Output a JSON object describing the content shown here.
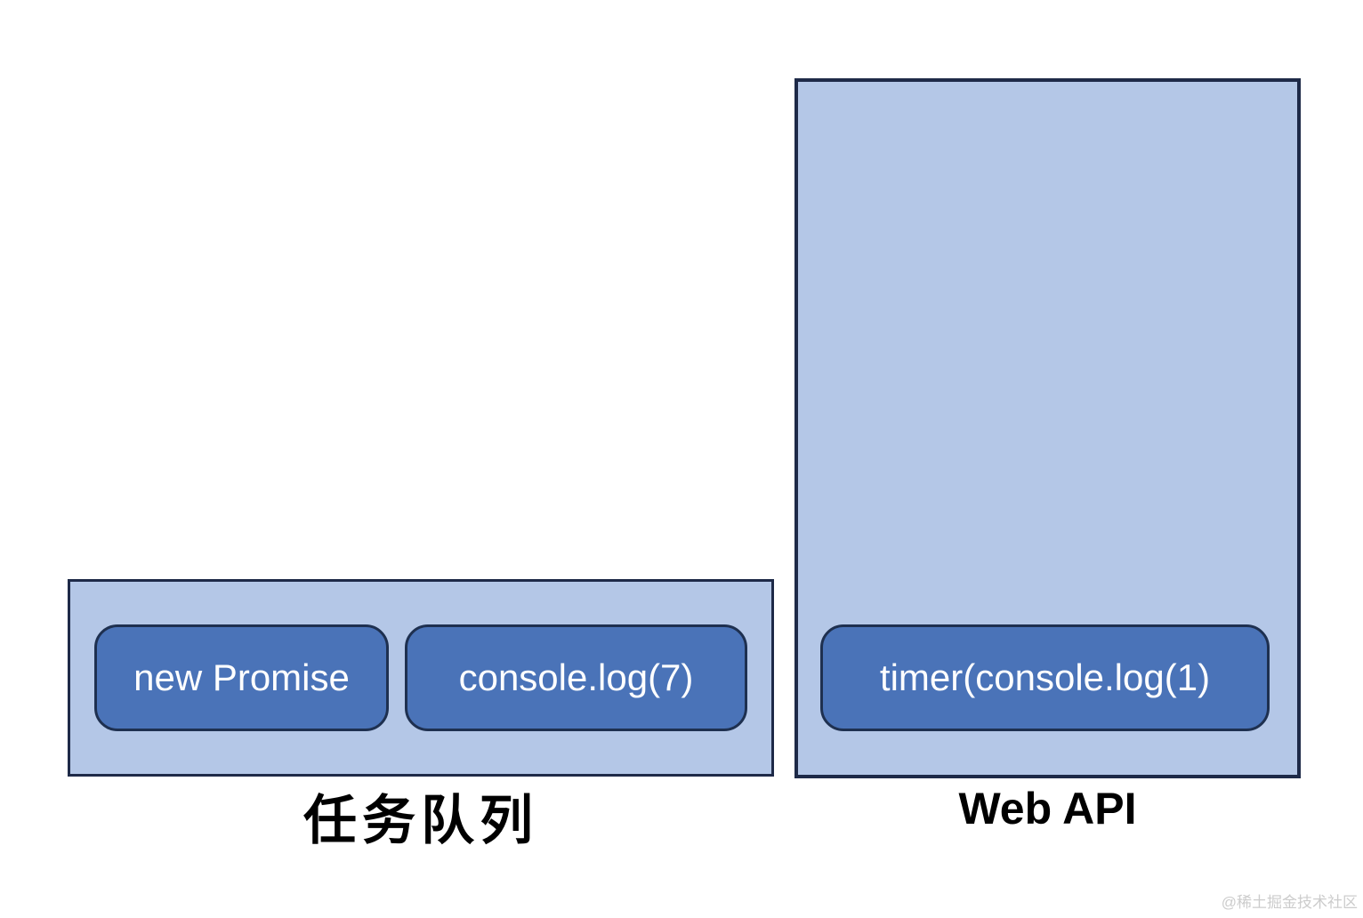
{
  "diagram": {
    "task_queue": {
      "label": "任务队列",
      "items": [
        {
          "label": "new Promise"
        },
        {
          "label": "console.log(7)"
        }
      ]
    },
    "web_api": {
      "label": "Web API",
      "items": [
        {
          "label": "timer(console.log(1)"
        }
      ]
    },
    "watermark": "@稀土掘金技术社区",
    "colors": {
      "container_fill": "#b4c7e7",
      "container_border": "#1e2a48",
      "pill_fill": "#4a73b8",
      "pill_border": "#1e3050",
      "pill_text": "#ffffff",
      "label_text": "#000000",
      "watermark_text": "#cccccc",
      "background": "#ffffff"
    }
  }
}
